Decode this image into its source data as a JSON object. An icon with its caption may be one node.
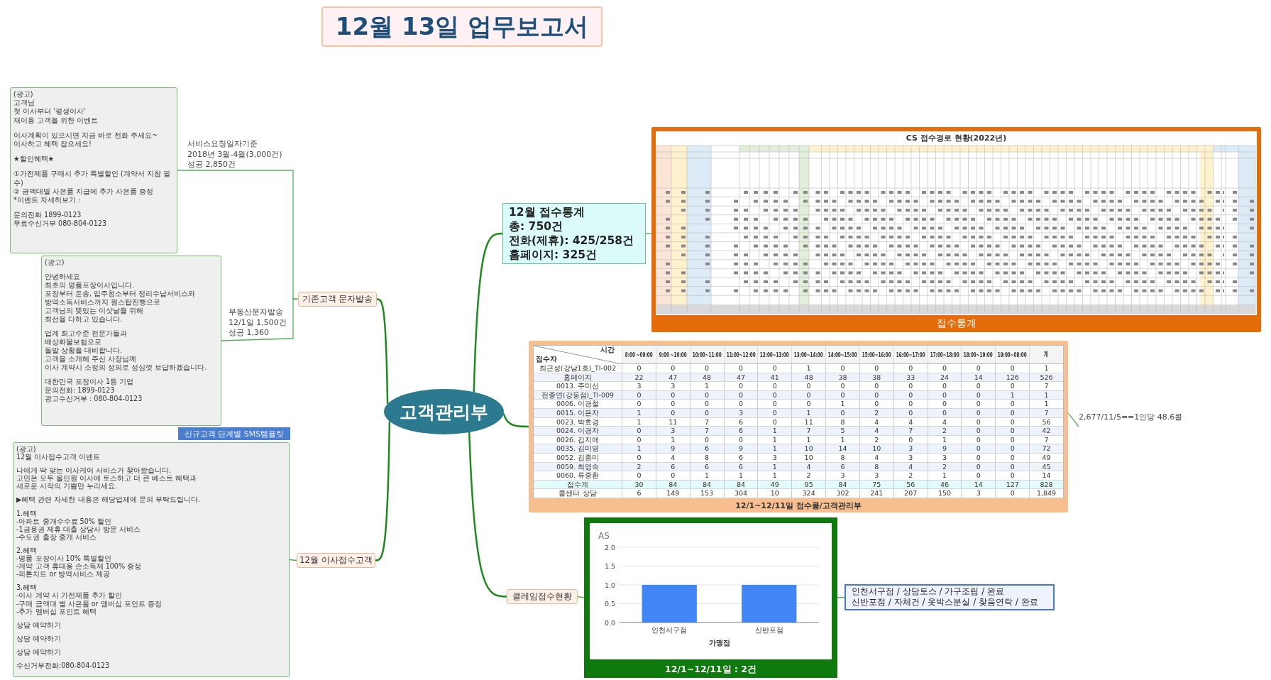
{
  "diagram": {
    "title": "12월 13일 업무보고서",
    "nodes": [
      {
        "text": [
          "고객관리부"
        ]
      },
      {
        "text": [
          "기존고객 문자발송"
        ]
      },
      {
        "text": [
          "서비스요청일자기준",
          "2018년 3월-4월(3,000건)",
          "성공 2,850건"
        ]
      },
      {
        "text": [
          "(광고)",
          "고객님",
          "첫 이사부터 '평생이사'",
          "재이용 고객을 위한 이벤트",
          "이사계획이 있으시면 지금 바로 전화 주세요~",
          "이사하고 혜택 잡으세요!",
          "★할인혜택★",
          "①가전제품 구매시 추가 특별할인 (계약서 지참 필수)",
          "② 금액대별 사은품 지급에 추가 사은품 증정",
          "*이벤트 자세히보기 :",
          "문의전화 1899-0123",
          "무료수신거부 080-804-0123"
        ]
      },
      {
        "text": [
          "부동산문자발송",
          "12/1일 1,500건",
          "성공 1,360"
        ]
      },
      {
        "text": [
          "(광고)",
          "안녕하세요",
          "최초의 명품포장이사입니다.",
          "포장부터 운송, 입주청소부터 정리수납서비스와",
          "방역소독서비스까지 원스탑진행으로",
          "고객님의 뜻있는 이삿날을 위해",
          "최선을 다하고 있습니다.",
          "업계 최고수준 전문가들과",
          "배상화물보험으로",
          "돌발 상황을 대비합니다.",
          "고객을 소개해 주신 사장님께",
          "이사 계약시 소정의 성의로 성심껏 보답하겠습니다.",
          "대한민국 포장이사 1등 기업",
          "문의전화: 1899-0123",
          "광고수신거부 : 080-804-0123"
        ],
        "beside": [
          "신규고객 단계별 SMS템플릿"
        ]
      },
      {
        "text": [
          "12월 접수통계",
          "총: 750건",
          "전화(제휴): 425/258건",
          "홈페이지: 325건"
        ]
      },
      {
        "text": [
          "CS 접수경로 현황(2022년)",
          "접수통계"
        ]
      },
      {
        "text": [
          "12/1~12/11일 접수콜/고객관리부"
        ]
      },
      {
        "text": [
          "2,677/11/5==1인당 48.6콜"
        ]
      },
      {
        "text": [
          "12월 이사접수고객"
        ]
      },
      {
        "text": [
          "(광고)",
          "12월 이사접수고객 이벤트",
          "나에게 딱 맞는 이사케어 서비스가 찾아왔습니다.",
          "고민은 모두 올인원 이사에 토스하고 더 큰 베스트 혜택과",
          "새로운 시작의 기쁨만 누리세요.",
          "▶혜택 관련 자세한 내용은 해당업체에 문의 부탁드립니다.",
          "1.혜택",
          "-아파트 중개수수료 50% 할인",
          "-1금융권 제휴 대출 상담사 방문 서비스",
          "-수도권 출장 중개 서비스",
          "2.혜택",
          "-명품 포장이사 10% 특별할인",
          "-계약 고객 휴대용 손소독제 100% 증정",
          "-피톤치드 or 방역서비스 제공",
          "3.혜택",
          "-이사 계약 시 가전제품 추가 할인",
          "-구매 금액대 별 사은품 or 멤버십 포인트 증정",
          "-추가 멤버십 포인트 혜택",
          "상담 예약하기",
          "상담 예약하기",
          "상담 예약하기",
          "수신거부전화:080-804-0123"
        ]
      },
      {
        "text": [
          "클레임접수현황"
        ]
      },
      {
        "text": [
          "12/1~12/11일 : 2건"
        ]
      },
      {
        "text": [
          "인천서구점 / 상담토스 / 가구조립 / 완료",
          "신반포점 / 자체건 / 옷박스분실 / 찾음연락 / 완료"
        ]
      }
    ],
    "edges": [
      {
        "from": 0,
        "to": 1,
        "arrow": "none"
      },
      {
        "from": 1,
        "to": 2,
        "arrow": "none"
      },
      {
        "from": 2,
        "to": 3,
        "arrow": "none"
      },
      {
        "from": 1,
        "to": 4,
        "arrow": "none"
      },
      {
        "from": 4,
        "to": 5,
        "arrow": "none"
      },
      {
        "from": 0,
        "to": 6,
        "arrow": "none"
      },
      {
        "from": 6,
        "to": 7,
        "arrow": "none"
      },
      {
        "from": 0,
        "to": 8,
        "arrow": "none"
      },
      {
        "from": 8,
        "to": 9,
        "arrow": "none"
      },
      {
        "from": 0,
        "to": 10,
        "arrow": "none"
      },
      {
        "from": 10,
        "to": 11,
        "arrow": "none"
      },
      {
        "from": 0,
        "to": 12,
        "arrow": "none"
      },
      {
        "from": 12,
        "to": 13,
        "arrow": "none"
      },
      {
        "from": 13,
        "to": 14,
        "arrow": "none"
      }
    ],
    "labels": [
      "시간",
      "접수자",
      "8:00 ~09:00",
      "9:00 ~10:00",
      "10:00~11:00",
      "11:00~12:00",
      "12:00~13:00",
      "13:00~14:00",
      "14:00~15:00",
      "15:00~16:00",
      "16:00~17:00",
      "17:00~18:00",
      "18:00~19:00",
      "19:00~08:00",
      "계",
      "최근성(강남1호)_TI-002",
      "0",
      "0",
      "0",
      "0",
      "0",
      "1",
      "0",
      "0",
      "0",
      "0",
      "0",
      "0",
      "1",
      "홈페이지",
      "22",
      "47",
      "48",
      "47",
      "41",
      "48",
      "38",
      "38",
      "33",
      "24",
      "14",
      "126",
      "526",
      "0013. 주미선",
      "3",
      "3",
      "1",
      "0",
      "0",
      "0",
      "0",
      "0",
      "0",
      "0",
      "0",
      "0",
      "7",
      "전종연(강동점)_TI-009",
      "0",
      "0",
      "0",
      "0",
      "0",
      "0",
      "0",
      "0",
      "0",
      "0",
      "0",
      "1",
      "1",
      "0006. 이경철",
      "0",
      "0",
      "0",
      "0",
      "0",
      "0",
      "1",
      "0",
      "0",
      "0",
      "0",
      "0",
      "1",
      "0015. 이은자",
      "1",
      "0",
      "0",
      "3",
      "0",
      "1",
      "0",
      "2",
      "0",
      "0",
      "0",
      "0",
      "7",
      "0023. 박효경",
      "1",
      "11",
      "7",
      "6",
      "0",
      "11",
      "8",
      "4",
      "4",
      "4",
      "0",
      "0",
      "56",
      "0024. 이경자",
      "0",
      "3",
      "7",
      "6",
      "1",
      "7",
      "5",
      "4",
      "7",
      "2",
      "0",
      "0",
      "42",
      "0026. 김지애",
      "0",
      "1",
      "0",
      "0",
      "1",
      "1",
      "1",
      "2",
      "0",
      "1",
      "0",
      "0",
      "7",
      "0035. 김미영",
      "1",
      "9",
      "6",
      "9",
      "1",
      "10",
      "14",
      "10",
      "3",
      "9",
      "0",
      "0",
      "72",
      "0052. 김종미",
      "0",
      "4",
      "8",
      "6",
      "3",
      "10",
      "8",
      "4",
      "3",
      "3",
      "0",
      "0",
      "49",
      "0059. 최영숙",
      "2",
      "6",
      "6",
      "6",
      "1",
      "4",
      "6",
      "8",
      "4",
      "2",
      "0",
      "0",
      "45",
      "0060. 류중환",
      "0",
      "0",
      "1",
      "1",
      "1",
      "2",
      "3",
      "3",
      "2",
      "1",
      "0",
      "0",
      "14",
      "접수계",
      "30",
      "84",
      "84",
      "84",
      "49",
      "95",
      "84",
      "75",
      "56",
      "46",
      "14",
      "127",
      "828",
      "콜센터 상담",
      "6",
      "149",
      "153",
      "304",
      "10",
      "324",
      "302",
      "241",
      "207",
      "150",
      "3",
      "0",
      "1,849"
    ],
    "chart_data": {
      "type": "bar",
      "grid": true,
      "title": "AS",
      "xlabel": "가맹점",
      "categories": [
        "인천서구점",
        "신반포점"
      ],
      "series": [
        {
          "color": "#4285f4",
          "values": [
            1,
            1
          ]
        }
      ],
      "ylim": [
        0,
        2
      ],
      "yticks": [
        {
          "value": 0,
          "label": "0.0"
        },
        {
          "value": 0.5,
          "label": "0.5"
        },
        {
          "value": 1,
          "label": "1.0"
        },
        {
          "value": 1.5,
          "label": "1.5"
        },
        {
          "value": 2,
          "label": "2.0"
        }
      ]
    }
  }
}
